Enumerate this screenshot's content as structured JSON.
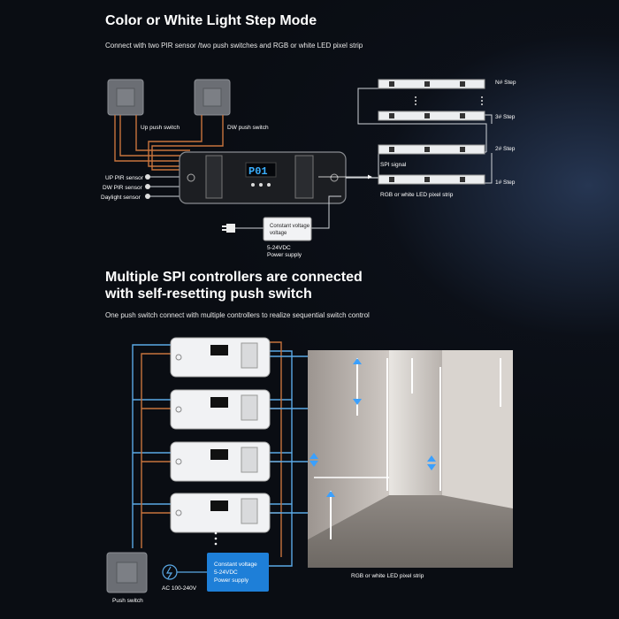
{
  "section1": {
    "title": "Color or White Light Step Mode",
    "subtitle": "Connect with two PIR sensor /two push switches and RGB or white LED pixel strip",
    "up_switch": "Up push switch",
    "dw_switch": "DW push switch",
    "up_pir": "UP PIR sensor",
    "dw_pir": "DW PIR sensor",
    "daylight": "Daylight sensor",
    "display": "P01",
    "spi_signal": "SPI signal",
    "strip_label": "RGB or white LED pixel strip",
    "steps": [
      "N# Step",
      "3# Step",
      "2# Step",
      "1# Step"
    ],
    "psu_label": "Constant voltage",
    "psu_spec_1": "5-24VDC",
    "psu_spec_2": "Power supply"
  },
  "section2": {
    "title_line1": "Multiple SPI controllers are connected",
    "title_line2": "with self-resetting push switch",
    "subtitle": "One push switch connect with multiple controllers to realize sequential switch control",
    "push_switch": "Push switch",
    "ac_label": "AC 100-240V",
    "psu_line1": "Constant voltage",
    "psu_line2": "5-24VDC",
    "psu_line3": "Power supply",
    "strip_label": "RGB or white LED pixel strip"
  },
  "colors": {
    "background": "#0a0d13",
    "wire_orange": "#c8743c",
    "wire_blue": "#5aa9e6",
    "psu_blue": "#1e7fd8"
  }
}
